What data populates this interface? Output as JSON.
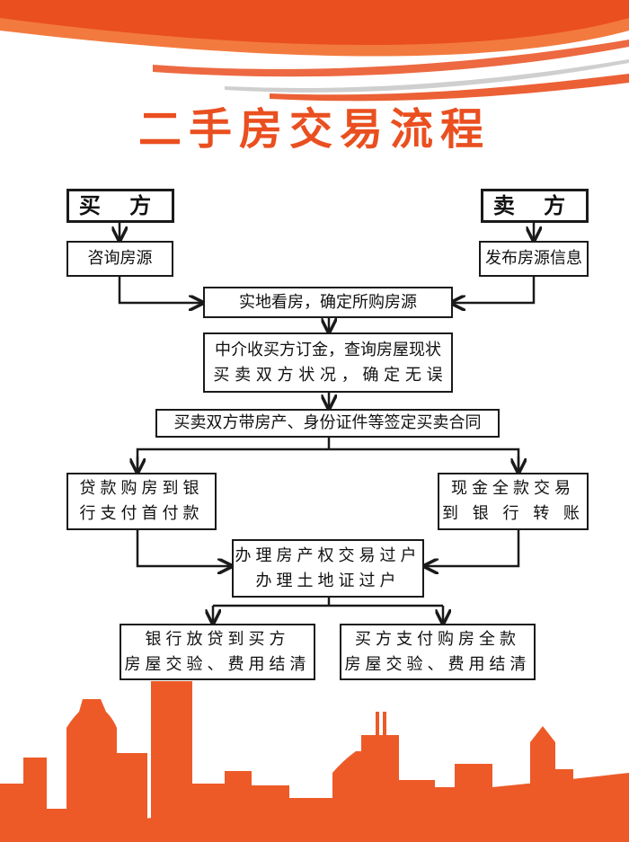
{
  "title": "二手房交易流程",
  "colors": {
    "accent": "#ea4f20",
    "accent_light": "#f37a3e",
    "skyline": "#ed5a28",
    "box_border": "#1a1a1a",
    "background": "#ffffff"
  },
  "roles": {
    "buyer": "买 方",
    "seller": "卖 方"
  },
  "steps": {
    "buyer_consult": "咨询房源",
    "seller_publish": "发布房源信息",
    "viewing": "实地看房，确定所购房源",
    "deposit_line1": "中介收买方订金，查询房屋现状",
    "deposit_line2": "买 卖 双 方 状 况 ， 确 定 无 误",
    "contract": "买卖双方带房产、身份证件等签定买卖合同",
    "loan_line1": "贷款购房到银",
    "loan_line2": "行支付首付款",
    "cash_line1": "现金全款交易",
    "cash_line2": "到 银 行 转 账",
    "transfer_line1": "办理房产权交易过户",
    "transfer_line2": "办理土地证过户",
    "bank_release_line1": "银行放贷到买方",
    "bank_release_line2": "房屋交验、费用结清",
    "buyer_full_line1": "买方支付购房全款",
    "buyer_full_line2": "房屋交验、费用结清"
  }
}
